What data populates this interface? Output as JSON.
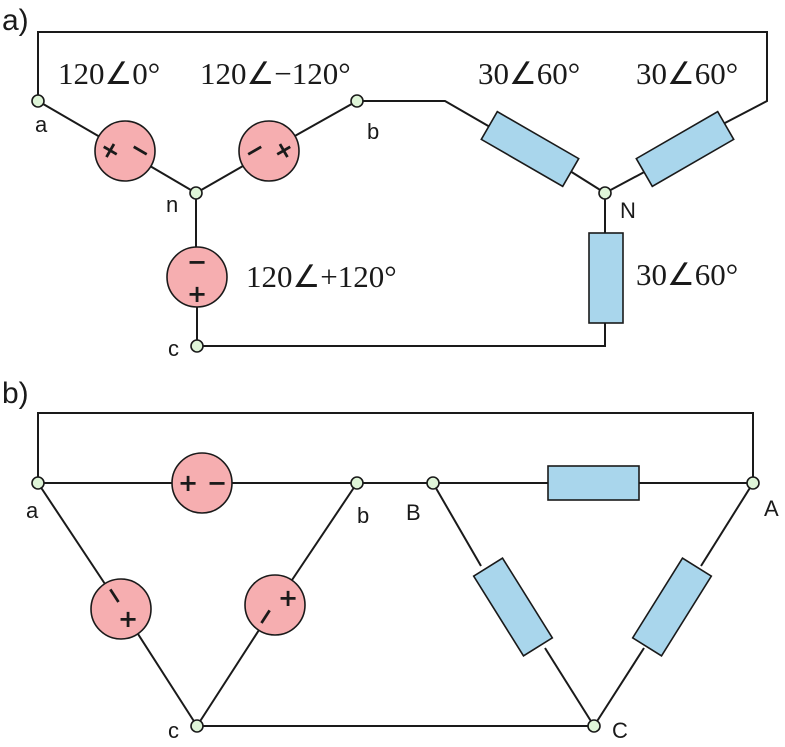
{
  "parts": {
    "a": "a)",
    "b": "b)"
  },
  "wye": {
    "sources": {
      "an": "120∠0°",
      "bn": "120∠−120°",
      "cn": "120∠+120°"
    },
    "loads": {
      "a": "30∠60°",
      "b": "30∠60°",
      "c": "30∠60°"
    },
    "nodes": {
      "a": "a",
      "b": "b",
      "c": "c",
      "n": "n",
      "N": "N"
    },
    "signs": {
      "s1_left": "+",
      "s1_right": "−",
      "s2_left": "−",
      "s2_right": "+",
      "s3_top": "−",
      "s3_bottom": "+"
    }
  },
  "delta": {
    "nodes": {
      "a": "a",
      "b": "b",
      "c": "c",
      "A": "A",
      "B": "B",
      "C": "C"
    },
    "signs": {
      "top_left": "+",
      "top_right": "−",
      "left_top": "−",
      "left_bottom": "+",
      "right_top": "+",
      "right_bottom": "−"
    }
  }
}
